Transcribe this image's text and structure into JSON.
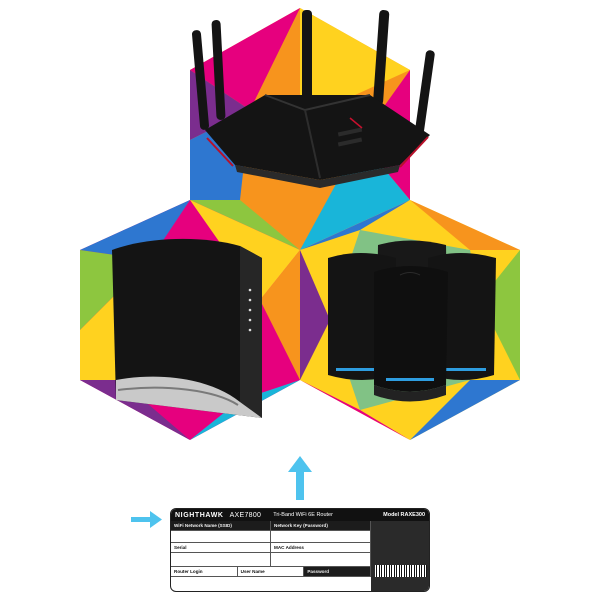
{
  "colors": {
    "orange": "#f7941d",
    "yellow": "#ffd21f",
    "magenta": "#e6007e",
    "purple": "#7b2d8e",
    "blue": "#2e77d0",
    "cyan": "#19b5d9",
    "green": "#8dc63f",
    "arrow": "#4ec3ee",
    "device": "#141414"
  },
  "label": {
    "brand": "NIGHTHAWK",
    "model": "AXE7800",
    "description": "Tri-Band WiFi 6E Router",
    "model_number": "Model RAXE300",
    "wifi_network_name": "WiFi Network Name (SSID)",
    "network_key": "Network Key (Password)",
    "serial": "Serial",
    "mac_address": "MAC Address",
    "router_login": "Router Login",
    "user_name": "User Name",
    "password": "Password"
  },
  "icons": {
    "router": "router-icon",
    "extender": "extender-icon",
    "mesh": "mesh-system-icon",
    "arrow_up": "arrow-up-icon",
    "arrow_right": "arrow-right-icon"
  }
}
